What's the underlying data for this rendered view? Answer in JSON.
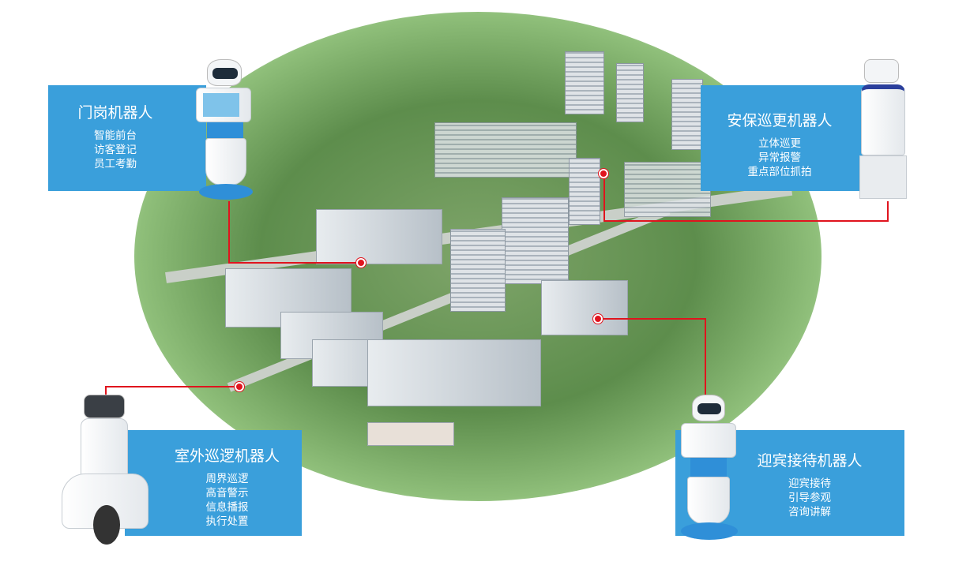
{
  "callouts": [
    {
      "title": "门岗机器人",
      "features": [
        "智能前台",
        "访客登记",
        "员工考勤"
      ]
    },
    {
      "title": "安保巡更机器人",
      "features": [
        "立体巡更",
        "异常报警",
        "重点部位抓拍"
      ]
    },
    {
      "title": "室外巡逻机器人",
      "features": [
        "周界巡逻",
        "高音警示",
        "信息播报",
        "执行处置"
      ]
    },
    {
      "title": "迎宾接待机器人",
      "features": [
        "迎宾接待",
        "引导参观",
        "咨询讲解"
      ]
    }
  ],
  "colors": {
    "box": "#3a9fdb",
    "connector": "#e0141e"
  }
}
